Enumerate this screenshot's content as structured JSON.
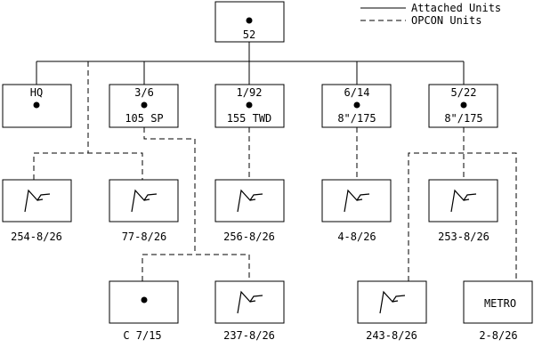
{
  "legend": {
    "attached": "Attached Units",
    "opcon": "OPCON Units"
  },
  "units": {
    "hq52": {
      "top": "",
      "bottom": "52"
    },
    "hq": {
      "top": "HQ",
      "bottom": ""
    },
    "bn3_6": {
      "top": "3/6",
      "bottom": "105 SP"
    },
    "bn1_92": {
      "top": "1/92",
      "bottom": "155 TWD"
    },
    "bn6_14": {
      "top": "6/14",
      "bottom": "8\"/175"
    },
    "bn5_22": {
      "top": "5/22",
      "bottom": "8\"/175"
    },
    "r254": {
      "label": "254-8/26"
    },
    "r77": {
      "label": "77-8/26"
    },
    "r256": {
      "label": "256-8/26"
    },
    "r4": {
      "label": "4-8/26"
    },
    "r253": {
      "label": "253-8/26"
    },
    "c7_15": {
      "label": "C 7/15"
    },
    "r237": {
      "label": "237-8/26"
    },
    "r243": {
      "label": "243-8/26"
    },
    "metro": {
      "inner": "METRO",
      "label": "2-8/26"
    }
  }
}
